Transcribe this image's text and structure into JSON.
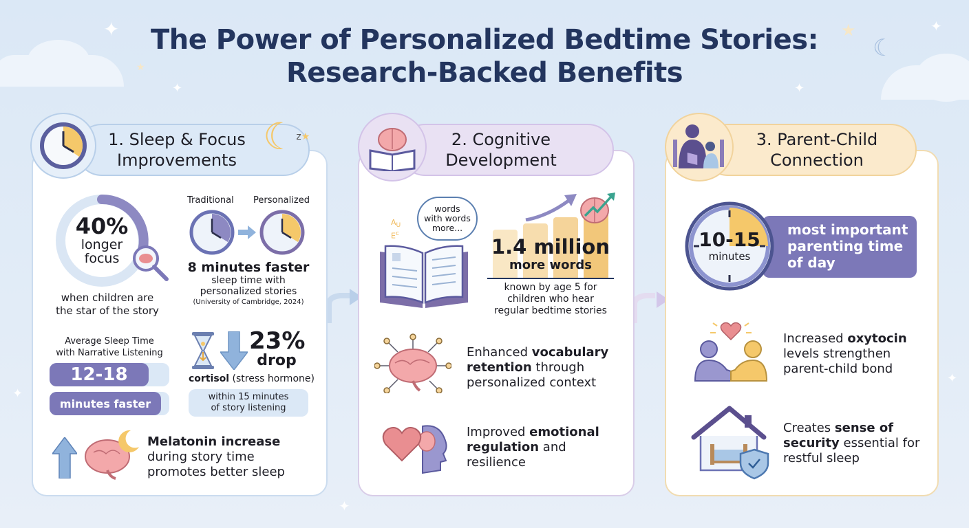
{
  "title": {
    "line1": "The Power of Personalized Bedtime Stories:",
    "line2": "Research-Backed Benefits"
  },
  "colors": {
    "title": "#23355e",
    "purple": "#7c78b8",
    "lavender": "#e9e1f3",
    "yellow": "#f5c86a",
    "lightblue": "#dbe8f6",
    "pink": "#e98e91"
  },
  "sections": [
    {
      "header": {
        "line1": "1. Sleep & Focus",
        "line2": "Improvements"
      },
      "icon": "clock-icon",
      "focus": {
        "value": "40%",
        "line1": "longer",
        "line2": "focus",
        "caption1": "when children are",
        "caption2": "the star of the story"
      },
      "clocks": {
        "label_left": "Traditional",
        "label_right": "Personalized",
        "headline": "8 minutes faster",
        "sub1": "sleep time with",
        "sub2": "personalized stories",
        "source": "(University of Cambridge, 2024)"
      },
      "avg_sleep": {
        "label1": "Average Sleep Time",
        "label2": "with Narrative Listening",
        "range": "12-18",
        "unit": "minutes faster"
      },
      "cortisol": {
        "value": "23%",
        "word": "drop",
        "label_bold": "cortisol",
        "label_rest": " (stress hormone)",
        "note1": "within 15 minutes",
        "note2": "of story listening"
      },
      "melatonin": {
        "bold": "Melatonin increase",
        "line2": "during story time",
        "line3": "promotes better sleep"
      }
    },
    {
      "header": {
        "line1": "2. Cognitive",
        "line2": "Development"
      },
      "icon": "brain-book-icon",
      "bubble": {
        "line1": "words",
        "line2": "with words",
        "line3": "more..."
      },
      "words": {
        "value": "1.4 million",
        "unit": "more words",
        "cap1": "known by age 5 for",
        "cap2": "children who hear",
        "cap3": "regular bedtime stories"
      },
      "items": [
        {
          "icon": "network-brain-icon",
          "pre": "Enhanced ",
          "bold": "vocabulary retention",
          "post": " through personalized context"
        },
        {
          "icon": "heart-head-icon",
          "pre": "Improved ",
          "bold": "emotional regulation",
          "post": " and resilience"
        }
      ]
    },
    {
      "header": {
        "line1": "3. Parent-Child",
        "line2": "Connection"
      },
      "icon": "parent-reading-icon",
      "time": {
        "value": "10-15",
        "unit": "minutes",
        "desc1": "most important",
        "desc2": "parenting time",
        "desc3": "of day"
      },
      "items": [
        {
          "icon": "people-heart-icon",
          "pre": "Increased ",
          "bold": "oxytocin",
          "post": " levels strengthen parent-child bond"
        },
        {
          "icon": "house-shield-icon",
          "pre": "Creates ",
          "bold": "sense of security",
          "post": " essential for restful sleep"
        }
      ]
    }
  ]
}
